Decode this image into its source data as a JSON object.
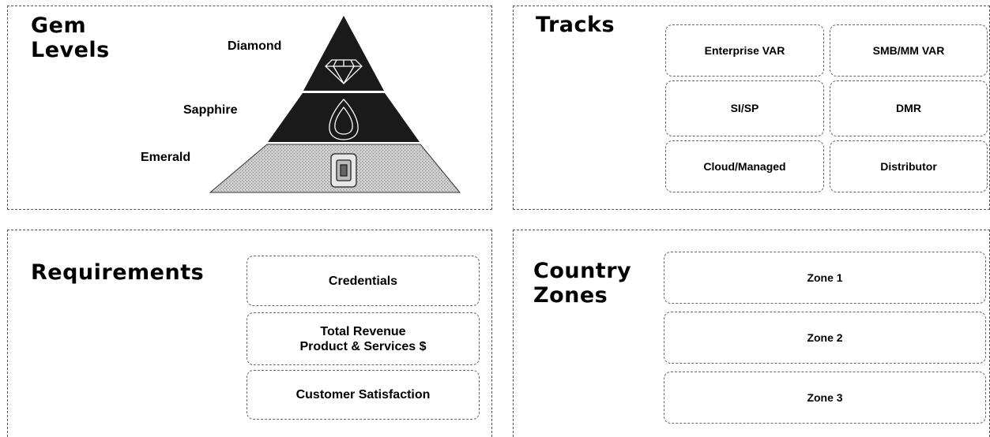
{
  "gem_levels": {
    "title_line1": "Gem",
    "title_line2": "Levels",
    "levels": [
      "Diamond",
      "Sapphire",
      "Emerald"
    ]
  },
  "tracks": {
    "title": "Tracks",
    "items": [
      "Enterprise VAR",
      "SMB/MM VAR",
      "SI/SP",
      "DMR",
      "Cloud/Managed",
      "Distributor"
    ]
  },
  "requirements": {
    "title": "Requirements",
    "items": [
      {
        "line1": "Credentials",
        "line2": ""
      },
      {
        "line1": "Total Revenue",
        "line2": "Product & Services $"
      },
      {
        "line1": "Customer Satisfaction",
        "line2": ""
      }
    ]
  },
  "country_zones": {
    "title_line1": "Country",
    "title_line2": "Zones",
    "items": [
      "Zone 1",
      "Zone 2",
      "Zone 3"
    ]
  },
  "colors": {
    "pyramid_dark": "#1a1a1a",
    "pyramid_light": "#bdbdbd",
    "border": "#555555"
  },
  "icons": [
    "diamond-icon",
    "pear-gem-icon",
    "emerald-cut-gem-icon"
  ]
}
